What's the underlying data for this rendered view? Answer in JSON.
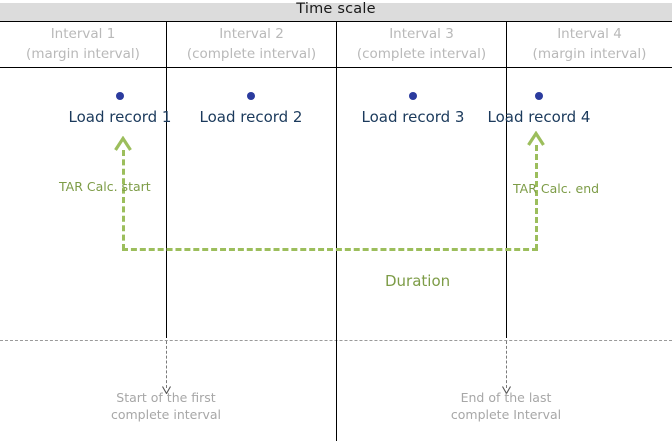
{
  "header": {
    "title": "Time scale"
  },
  "intervals": [
    {
      "name": "Interval  1",
      "kind": "(margin interval)"
    },
    {
      "name": "Interval  2",
      "kind": "(complete interval)"
    },
    {
      "name": "Interval  3",
      "kind": "(complete interval)"
    },
    {
      "name": "Interval  4",
      "kind": "(margin interval)"
    }
  ],
  "records": [
    {
      "label": "Load record 1"
    },
    {
      "label": "Load record 2"
    },
    {
      "label": "Load record 3"
    },
    {
      "label": "Load record 4"
    }
  ],
  "annotations": {
    "tar_start": "TAR Calc. start",
    "tar_end": "TAR Calc. end",
    "duration": "Duration"
  },
  "captions": [
    {
      "line1": "Start of the first",
      "line2": "complete interval"
    },
    {
      "line1": "End of the last",
      "line2": "complete Interval"
    }
  ],
  "colors": {
    "header_band": "#dcdcdc",
    "record_dot": "#2b3b9e",
    "record_label": "#1b3a5c",
    "annotation_green": "#9cbe5c",
    "annotation_green_text": "#7d9c47",
    "interval_label": "#b9b9b9",
    "caption": "#a7a7a7",
    "rule": "#000000"
  }
}
